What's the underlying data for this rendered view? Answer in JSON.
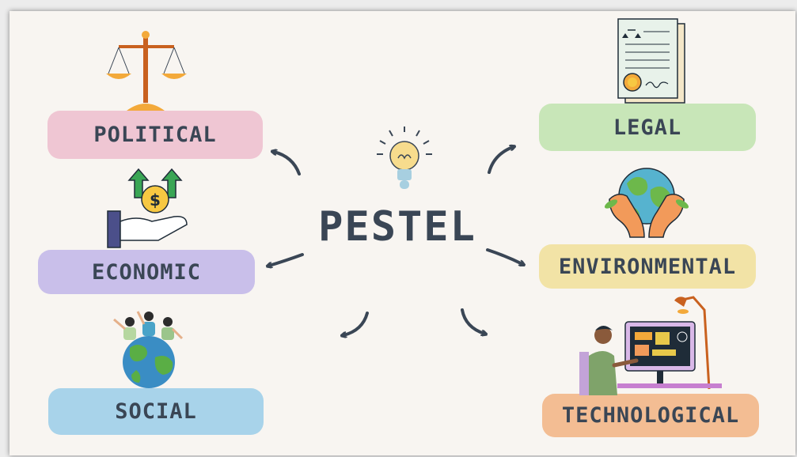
{
  "diagram": {
    "center_label": "PESTEL",
    "center_icon": "lightbulb-icon",
    "nodes": [
      {
        "key": "political",
        "label": "POLITICAL",
        "icon": "scales-of-justice-icon",
        "color": "#efc6d3"
      },
      {
        "key": "economic",
        "label": "ECONOMIC",
        "icon": "hand-money-growth-icon",
        "color": "#c9bfea"
      },
      {
        "key": "social",
        "label": "SOCIAL",
        "icon": "people-on-globe-icon",
        "color": "#a8d3ea"
      },
      {
        "key": "legal",
        "label": "LEGAL",
        "icon": "legal-document-icon",
        "color": "#c8e6b8"
      },
      {
        "key": "environmental",
        "label": "ENVIRONMENTAL",
        "icon": "hands-holding-globe-icon",
        "color": "#f2e3a6"
      },
      {
        "key": "technological",
        "label": "TECHNOLOGICAL",
        "icon": "person-at-computer-icon",
        "color": "#f3bd93"
      }
    ]
  }
}
